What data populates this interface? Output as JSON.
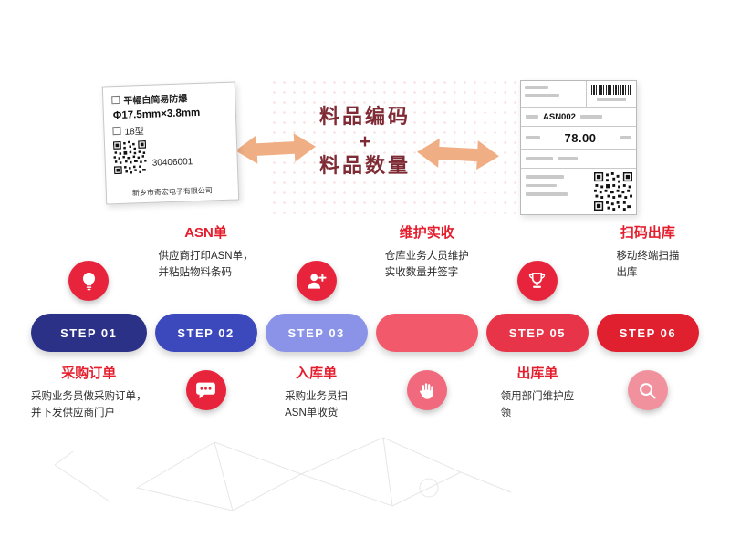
{
  "palette": {
    "accent_red": "#e51e2e",
    "caption": "#7e2b35",
    "arrow": "#efae83"
  },
  "center": {
    "line1": "料品编码",
    "plus": "+",
    "line2": "料品数量"
  },
  "label_card": {
    "line1": "平幅白简易防爆",
    "line2": "Φ17.5mm×3.8mm",
    "line3": "18型",
    "line4": "30406001",
    "company": "新乡市奇宏电子有限公司"
  },
  "doc_card": {
    "asn_no": "ASN002",
    "amount": "78.00"
  },
  "steps": [
    {
      "label": "STEP 01",
      "color": "#2b3187",
      "icon": "lightbulb-icon",
      "icon_color": "#e8243c",
      "icon_pos": "above",
      "title": "采购订单",
      "desc": "采购业务员做采购订单，\n并下发供应商门户"
    },
    {
      "label": "STEP 02",
      "color": "#3b49bd",
      "icon": "chat-icon",
      "icon_color": "#e8243c",
      "icon_pos": "below",
      "title": "ASN单",
      "desc": "供应商打印ASN单，\n并粘贴物料条码"
    },
    {
      "label": "STEP 03",
      "color": "#8b93e8",
      "icon": "add-user-icon",
      "icon_color": "#e8243c",
      "icon_pos": "above",
      "title": "入库单",
      "desc": "采购业务员扫\nASN单收货"
    },
    {
      "label": "",
      "color": "#f25a6c",
      "icon": "hand-icon",
      "icon_color": "#f0697c",
      "icon_pos": "below",
      "title": "维护实收",
      "desc": "仓库业务人员维护\n实收数量并签字"
    },
    {
      "label": "STEP 05",
      "color": "#e73448",
      "icon": "trophy-icon",
      "icon_color": "#e8243c",
      "icon_pos": "above",
      "title": "出库单",
      "desc": "领用部门维护应\n领"
    },
    {
      "label": "STEP 06",
      "color": "#e01f2f",
      "icon": "search-icon",
      "icon_color": "#f2919e",
      "icon_pos": "below",
      "title": "扫码出库",
      "desc": "移动终端扫描\n出库"
    }
  ]
}
